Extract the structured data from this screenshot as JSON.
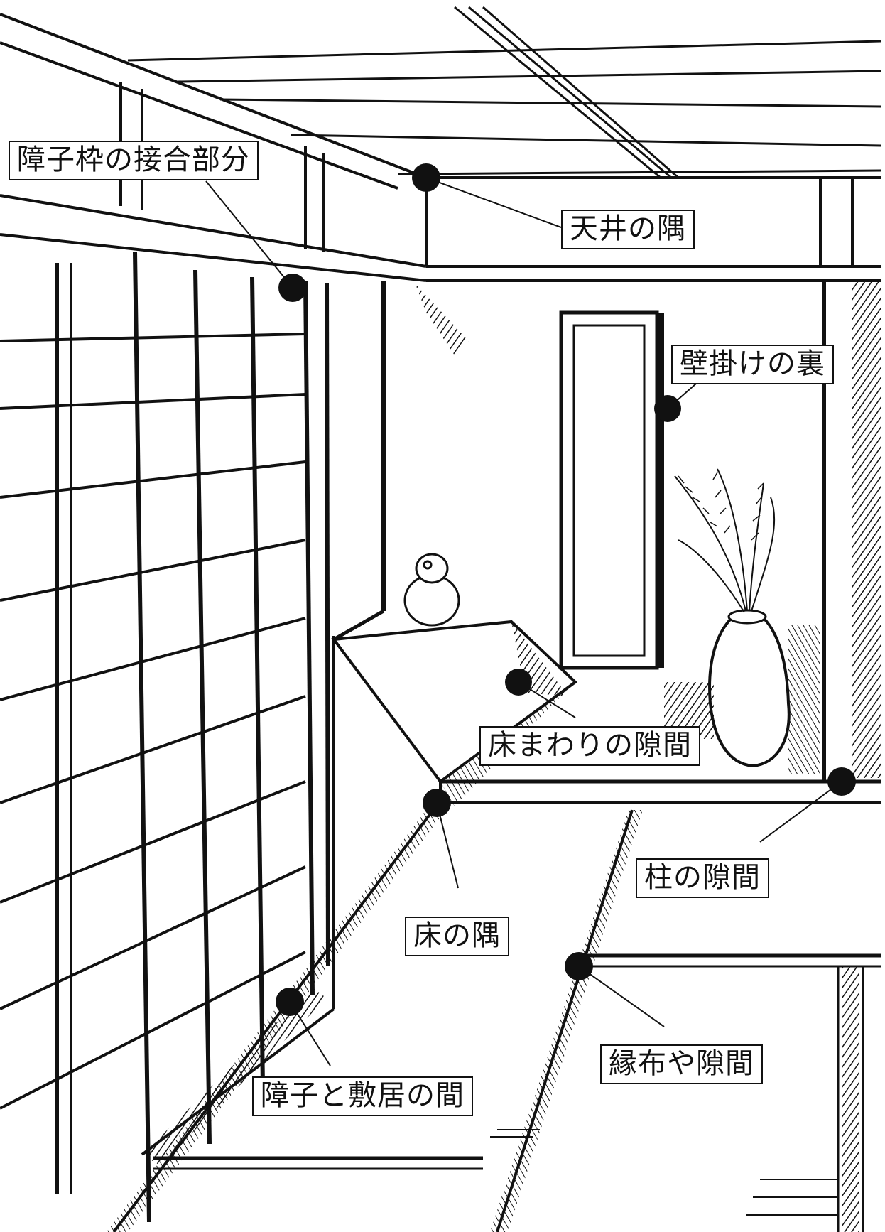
{
  "labels": {
    "shoji_frame_joint": "障子枠の接合部分",
    "ceiling_corner": "天井の隅",
    "behind_wall_hanging": "壁掛けの裏",
    "floor_surround_gap": "床まわりの隙間",
    "pillar_gap": "柱の隙間",
    "floor_corner": "床の隅",
    "tatami_edge_gap": "縁布や隙間",
    "shoji_sill_gap": "障子と敷居の間"
  },
  "colors": {
    "ink": "#111111",
    "paper": "#ffffff"
  }
}
